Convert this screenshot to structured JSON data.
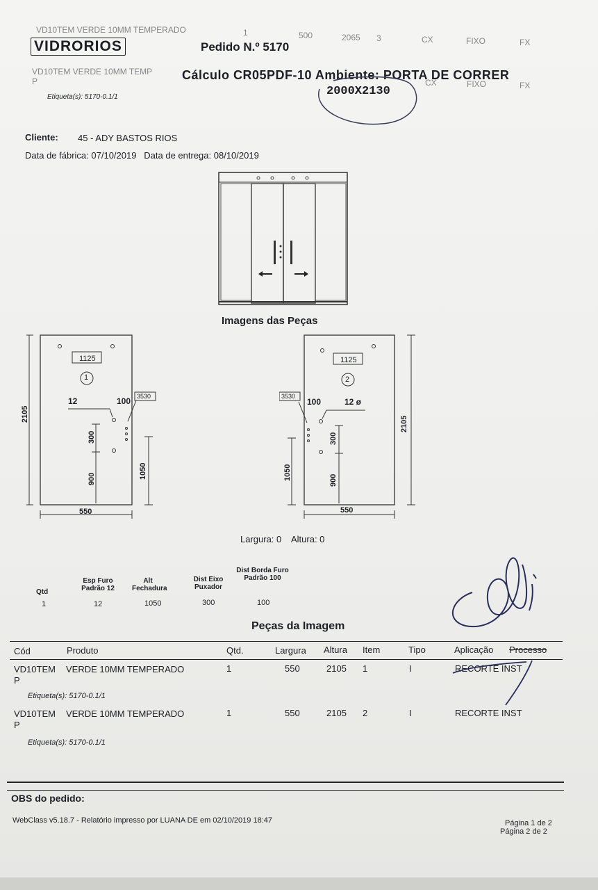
{
  "header": {
    "ghost_top_line": [
      "VD10TEM VERDE 10MM TEMPERADO",
      "1",
      "500",
      "2065",
      "3",
      "CX",
      "FIXO",
      "FX"
    ],
    "logo": "VIDRORIOS",
    "order_label": "Pedido N.º 5170",
    "calc_title": "Cálculo CR05PDF-10 Ambiente: PORTA DE CORRER",
    "dimensions": "2000X2130",
    "ghost_line2": "VD10TEM VERDE 10MM TEMP",
    "ghost_p": "P",
    "ghost_line2_tail": [
      "CX",
      "FIXO",
      "FX"
    ],
    "etiqueta": "Etiqueta(s): 5170-0.1/1"
  },
  "client": {
    "label": "Cliente:",
    "value": "45 - ADY BASTOS RIOS",
    "dates": "Data de fábrica: 07/10/2019   Data de entrega: 08/10/2019"
  },
  "drawing": {
    "section_title": "Imagens das Peças",
    "left_piece": {
      "width": "550",
      "height": "2105",
      "label_box": "1125",
      "number": "1",
      "hole": "12",
      "hole_dist": "100",
      "handle_box": "3530",
      "handle_span": "300",
      "lock_height": "1050",
      "base_height": "900"
    },
    "right_piece": {
      "width": "550",
      "height": "2105",
      "label_box": "1125",
      "number": "2",
      "hole": "12 ø",
      "hole_dist": "100",
      "handle_box": "3530",
      "handle_span": "300",
      "lock_height": "1050",
      "base_height": "900"
    },
    "size_line": "Largura: 0    Altura: 0"
  },
  "params": {
    "headers": [
      "Qtd",
      "Esp Furo Padrão 12",
      "Alt Fechadura",
      "Dist Eixo Puxador",
      "Dist Borda Furo Padrão 100"
    ],
    "values": [
      "1",
      "12",
      "1050",
      "300",
      "100"
    ]
  },
  "parts": {
    "title": "Peças da Imagem",
    "columns": [
      "Cód",
      "Produto",
      "Qtd.",
      "Largura",
      "Altura",
      "Item",
      "Tipo",
      "Aplicação",
      "Processo"
    ],
    "rows": [
      {
        "cod": "VD10TEM",
        "cod_p": "P",
        "produto": "VERDE 10MM TEMPERADO",
        "qtd": "1",
        "largura": "550",
        "altura": "2105",
        "item": "1",
        "tipo": "I",
        "aplicacao": "RECORTE INST",
        "etiqueta": "Etiqueta(s): 5170-0.1/1"
      },
      {
        "cod": "VD10TEM",
        "cod_p": "P",
        "produto": "VERDE 10MM TEMPERADO",
        "qtd": "1",
        "largura": "550",
        "altura": "2105",
        "item": "2",
        "tipo": "I",
        "aplicacao": "RECORTE INST",
        "etiqueta": "Etiqueta(s): 5170-0.1/1"
      }
    ]
  },
  "footer": {
    "obs": "OBS do pedido:",
    "report": "WebClass v5.18.7 - Relatório impresso por LUANA DE em 02/10/2019 18:47",
    "page_a": "Página 1 de 2",
    "page_b": "Página 2 de 2"
  }
}
